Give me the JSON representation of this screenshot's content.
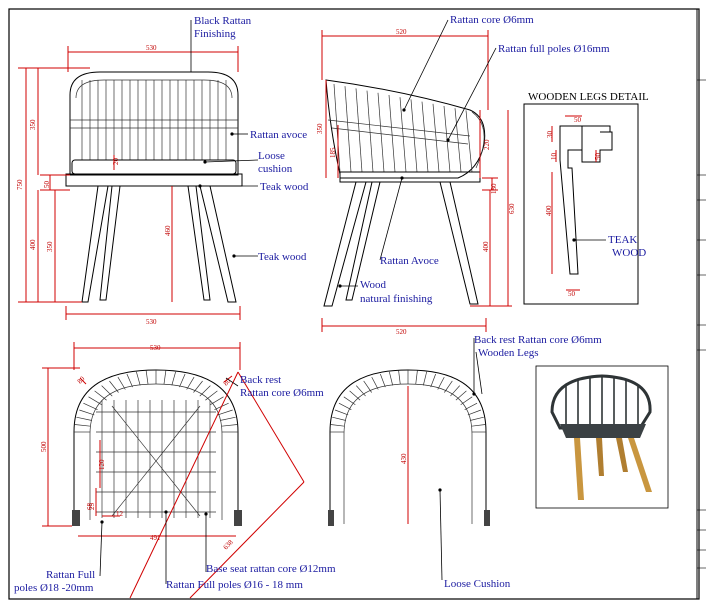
{
  "front_view": {
    "labels": {
      "black_rattan": [
        "Black Rattan",
        "Finishing"
      ],
      "rattan_avoce": "Rattan avoce",
      "loose_cushion": [
        "Loose",
        "cushion"
      ],
      "teak_wood_1": "Teak wood",
      "teak_wood_2": "Teak wood"
    },
    "dims": {
      "top_width": "530",
      "bottom_width": "530",
      "d350": "350",
      "d750": "750",
      "d50": "50",
      "d400": "400",
      "d350b": "350",
      "d460": "460",
      "d20": "20"
    }
  },
  "side_view": {
    "labels": {
      "rattan_core": "Rattan core Ø6mm",
      "rattan_full_poles": "Rattan full poles Ø16mm",
      "rattan_avoce": "Rattan Avoce",
      "wood_finish": [
        "Wood",
        "natural finishing"
      ]
    },
    "dims": {
      "top_width": "520",
      "bottom_width": "520",
      "d350": "350",
      "d185": "185",
      "d220": "220",
      "d180": "180",
      "d630": "630",
      "d400": "400"
    }
  },
  "legs_detail": {
    "title": "WOODEN LEGS DETAIL",
    "label": [
      "TEAK",
      "WOOD"
    ],
    "dims": {
      "d50a": "50",
      "d50b": "50",
      "d50c": "50",
      "d400": "400",
      "d30": "30",
      "d10": "10"
    }
  },
  "top_view": {
    "labels": {
      "back_rest": [
        "Back rest",
        "Rattan core Ø6mm"
      ],
      "rattan_full_small": [
        "Rattan Full",
        "poles Ø18 -20mm"
      ],
      "base_seat": "Base seat rattan core Ø12mm",
      "rattan_full_poles": "Rattan Full poles Ø16 - 18 mm"
    },
    "dims": {
      "d530": "530",
      "d500": "500",
      "d491": "491",
      "d638": "638",
      "d80": "80",
      "d25": "25",
      "d12": "12",
      "d120": "120",
      "d68": "68"
    }
  },
  "back_view": {
    "labels": {
      "back_rest": "Back rest Rattan core Ø6mm",
      "wooden_legs": "Wooden Legs",
      "loose_cushion": "Loose Cushion"
    },
    "dims": {
      "d430": "430"
    }
  },
  "colors": {
    "label": "#1a1aa0",
    "dimension": "#d00000",
    "line": "#000000"
  }
}
